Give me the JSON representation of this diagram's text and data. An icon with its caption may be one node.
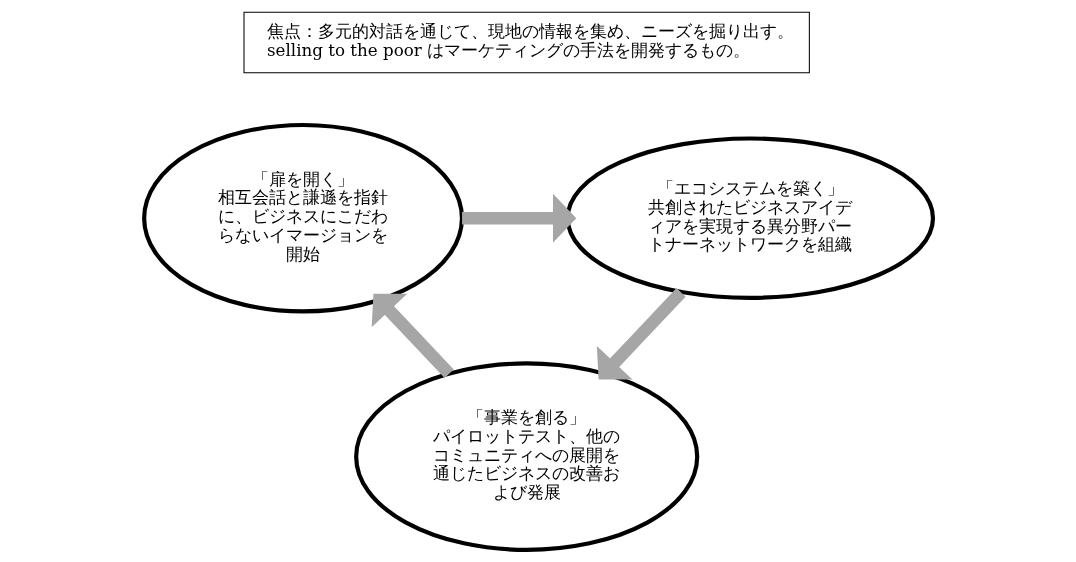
{
  "diagram": {
    "nodes": [
      {
        "text": [
          "焦点：多元的対話を通じて、現地の情報を集め、ニーズを掘り出す。",
          "selling to the poor はマーケティングの手法を開発するもの。"
        ]
      },
      {
        "text": [
          "「扉を開く」",
          "相互会話と謙遜を指針に、ビジネスにこだわらないイマージョンを開始"
        ]
      },
      {
        "text": [
          "「エコシステムを築く」",
          "共創されたビジネスアイディアを実現する異分野パートナーネットワークを組織"
        ]
      },
      {
        "text": [
          "「事業を創る」",
          "パイロットテスト、他のコミュニティへの展開を通じたビジネスの改善および発展"
        ]
      }
    ],
    "edges": [
      {
        "from": 1,
        "to": 2,
        "arrow": "to"
      },
      {
        "from": 2,
        "to": 3,
        "arrow": "to"
      },
      {
        "from": 3,
        "to": 1,
        "arrow": "to"
      }
    ]
  }
}
